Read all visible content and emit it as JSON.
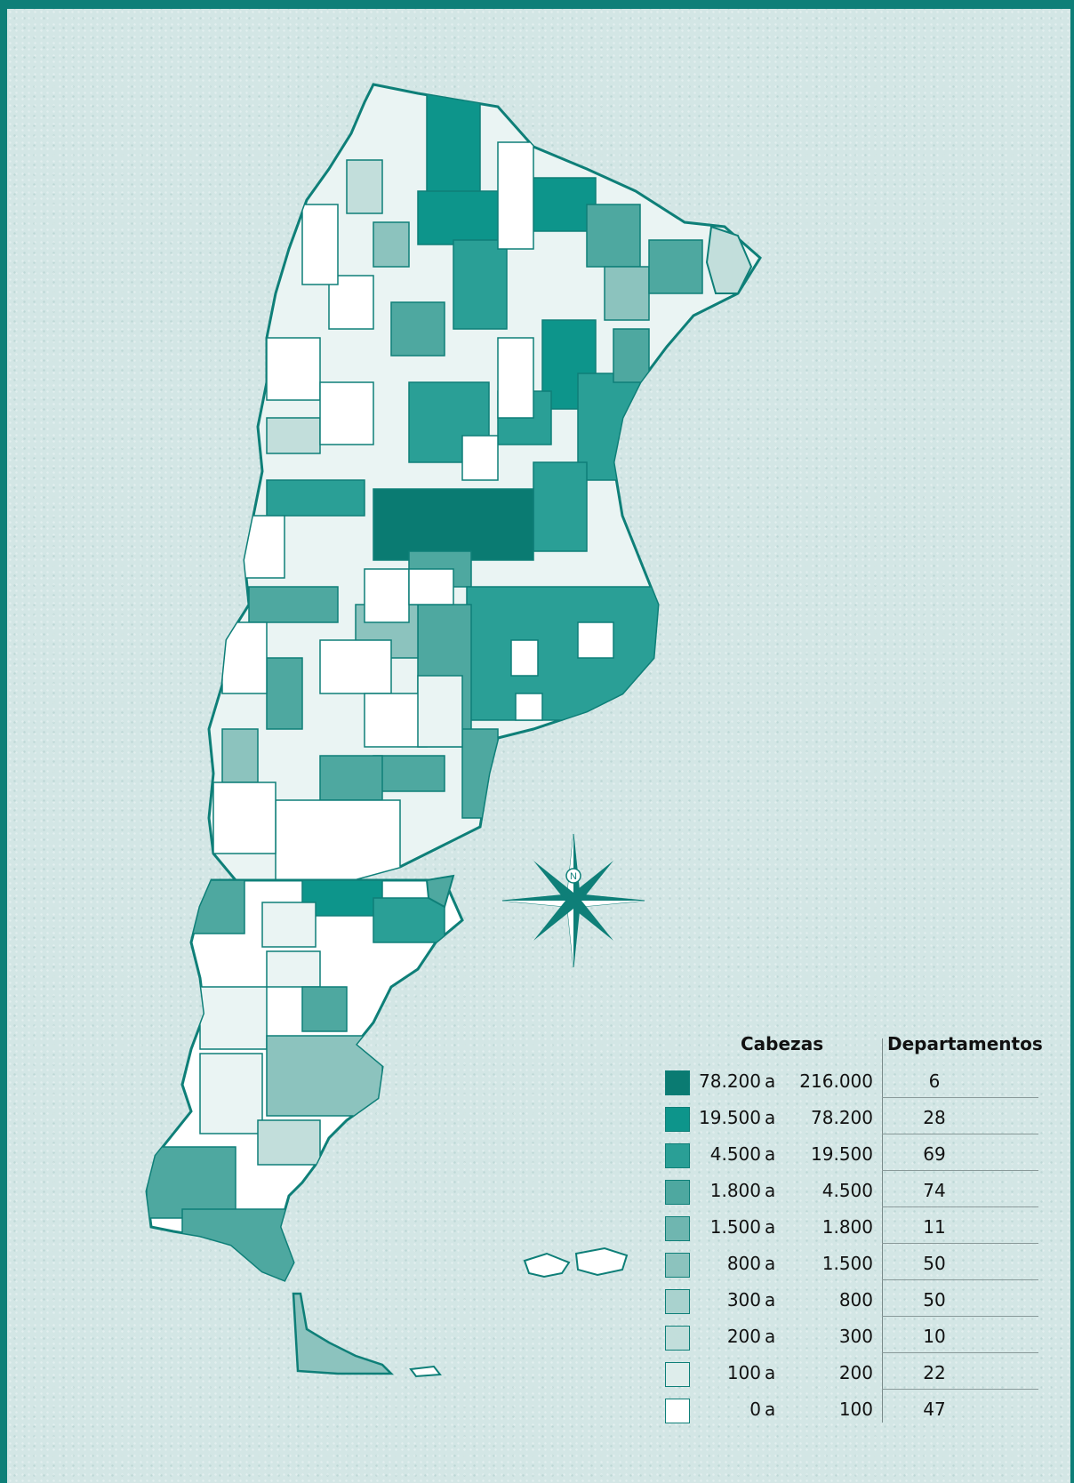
{
  "legend": {
    "col1_title": "Cabezas",
    "col2_title": "Departamentos",
    "connector": "a",
    "rows": [
      {
        "from": "78.200",
        "to": "216.000",
        "count": "6",
        "color": "#0a7b72"
      },
      {
        "from": "19.500",
        "to": "78.200",
        "count": "28",
        "color": "#0d958b"
      },
      {
        "from": "4.500",
        "to": "19.500",
        "count": "69",
        "color": "#2a9f96"
      },
      {
        "from": "1.800",
        "to": "4.500",
        "count": "74",
        "color": "#4ea8a0"
      },
      {
        "from": "1.500",
        "to": "1.800",
        "count": "11",
        "color": "#6fb6b0"
      },
      {
        "from": "800",
        "to": "1.500",
        "count": "50",
        "color": "#8cc3be"
      },
      {
        "from": "300",
        "to": "800",
        "count": "50",
        "color": "#a9d2ce"
      },
      {
        "from": "200",
        "to": "300",
        "count": "10",
        "color": "#c2dedb"
      },
      {
        "from": "100",
        "to": "200",
        "count": "22",
        "color": "#deedeb"
      },
      {
        "from": "0",
        "to": "100",
        "count": "47",
        "color": "#ffffff"
      }
    ]
  },
  "compass": {
    "north_label": "N",
    "icon": "compass-rose-icon"
  },
  "map": {
    "stroke_color": "#0e7f78"
  }
}
